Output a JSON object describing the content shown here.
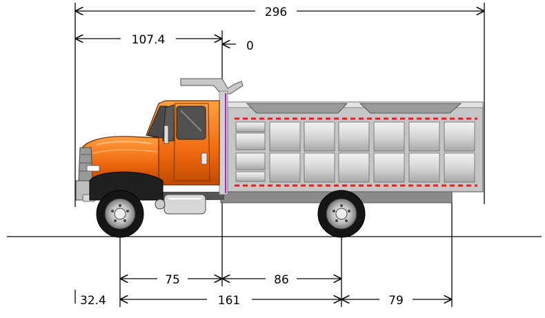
{
  "dimensions": {
    "overall_length": "296",
    "front_to_cab_back": "107.4",
    "zero_reference": "0",
    "front_overhang": "32.4",
    "front_axle_to_reference": "75",
    "reference_to_rear_axle": "86",
    "wheelbase": "161",
    "rear_overhang": "79"
  },
  "colors": {
    "cab": "#f07018",
    "body": "#c8c8c8",
    "trim": "#e02020"
  }
}
